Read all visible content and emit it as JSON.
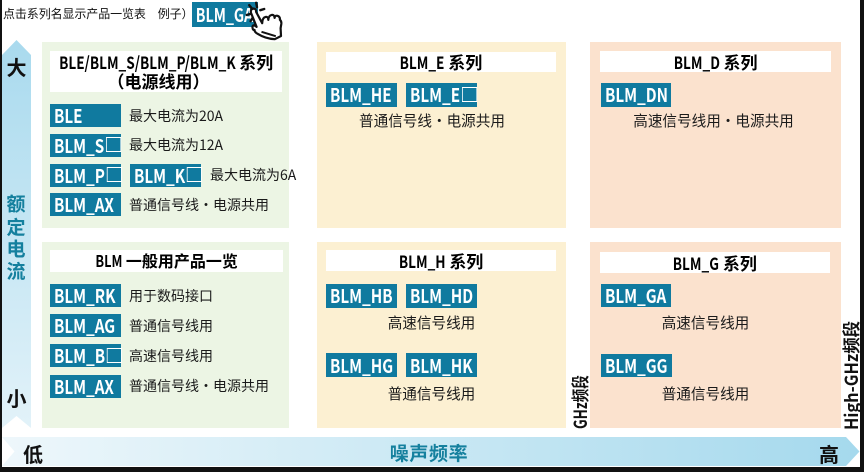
{
  "colors": {
    "accent_teal": "#107a9f",
    "panel_green": "#ecf5e4",
    "panel_cream": "#fcf0d2",
    "panel_peach": "#fbe2ce",
    "axis_text_teal": "#15809e"
  },
  "header": {
    "instruction": "点击系列名显示产品一览表　例子）",
    "example_button": {
      "label": "BLM_GA"
    },
    "cursor_icon": "hand-pointer-click"
  },
  "y_axis": {
    "label": "额定电流",
    "max": "大",
    "min": "小"
  },
  "x_axis": {
    "label": "噪声频率",
    "min": "低",
    "max": "高"
  },
  "bands": {
    "ghz": "GHz频段",
    "high_ghz": "High-GHz频段"
  },
  "panels": [
    {
      "id": "power-line",
      "title_line1_latin": "BLE/BLM_S/BLM_P/BLM_K",
      "title_line1_cjk": "系列",
      "title_line2": "（电源线用）",
      "rows": [
        {
          "buttons": [
            {
              "label": "BLE",
              "latin": "BLE",
              "square": false
            }
          ],
          "desc": "最大电流为20A"
        },
        {
          "buttons": [
            {
              "label": "BLM_S□",
              "latin": "BLM_S",
              "square": true
            }
          ],
          "desc": "最大电流为12A"
        },
        {
          "buttons": [
            {
              "label": "BLM_P□",
              "latin": "BLM_P",
              "square": true
            },
            {
              "label": "BLM_K□",
              "latin": "BLM_K",
              "square": true
            }
          ],
          "desc": "最大电流为6A"
        },
        {
          "buttons": [
            {
              "label": "BLM_AX",
              "latin": "BLM_AX",
              "square": false
            }
          ],
          "desc": "普通信号线·电源共用"
        }
      ]
    },
    {
      "id": "blm-general",
      "title_latin": "BLM",
      "title_cjk": "一般用产品一览",
      "rows": [
        {
          "buttons": [
            {
              "label": "BLM_RK",
              "latin": "BLM_RK",
              "square": false
            }
          ],
          "desc": "用于数码接口"
        },
        {
          "buttons": [
            {
              "label": "BLM_AG",
              "latin": "BLM_AG",
              "square": false
            }
          ],
          "desc": "普通信号线用"
        },
        {
          "buttons": [
            {
              "label": "BLM_B□",
              "latin": "BLM_B",
              "square": true
            }
          ],
          "desc": "高速信号线用"
        },
        {
          "buttons": [
            {
              "label": "BLM_AX",
              "latin": "BLM_AX",
              "square": false
            }
          ],
          "desc": "普通信号线·电源共用"
        }
      ]
    },
    {
      "id": "blm-e",
      "title_latin": "BLM_E",
      "title_cjk": "系列",
      "groups": [
        {
          "buttons": [
            {
              "label": "BLM_HE",
              "latin": "BLM_HE",
              "square": false
            },
            {
              "label": "BLM_E□",
              "latin": "BLM_E",
              "square": true
            }
          ],
          "desc": "普通信号线·电源共用"
        }
      ]
    },
    {
      "id": "blm-d",
      "title_latin": "BLM_D",
      "title_cjk": "系列",
      "groups": [
        {
          "buttons": [
            {
              "label": "BLM_DN",
              "latin": "BLM_DN",
              "square": false
            }
          ],
          "desc": "高速信号线用·电源共用"
        }
      ]
    },
    {
      "id": "blm-h",
      "title_latin": "BLM_H",
      "title_cjk": "系列",
      "groups": [
        {
          "buttons": [
            {
              "label": "BLM_HB",
              "latin": "BLM_HB",
              "square": false
            },
            {
              "label": "BLM_HD",
              "latin": "BLM_HD",
              "square": false
            }
          ],
          "desc": "高速信号线用"
        },
        {
          "buttons": [
            {
              "label": "BLM_HG",
              "latin": "BLM_HG",
              "square": false
            },
            {
              "label": "BLM_HK",
              "latin": "BLM_HK",
              "square": false
            }
          ],
          "desc": "普通信号线用"
        }
      ]
    },
    {
      "id": "blm-g",
      "title_latin": "BLM_G",
      "title_cjk": "系列",
      "groups": [
        {
          "buttons": [
            {
              "label": "BLM_GA",
              "latin": "BLM_GA",
              "square": false
            }
          ],
          "desc": "高速信号线用"
        },
        {
          "buttons": [
            {
              "label": "BLM_GG",
              "latin": "BLM_GG",
              "square": false
            }
          ],
          "desc": "普通信号线用"
        }
      ]
    }
  ]
}
